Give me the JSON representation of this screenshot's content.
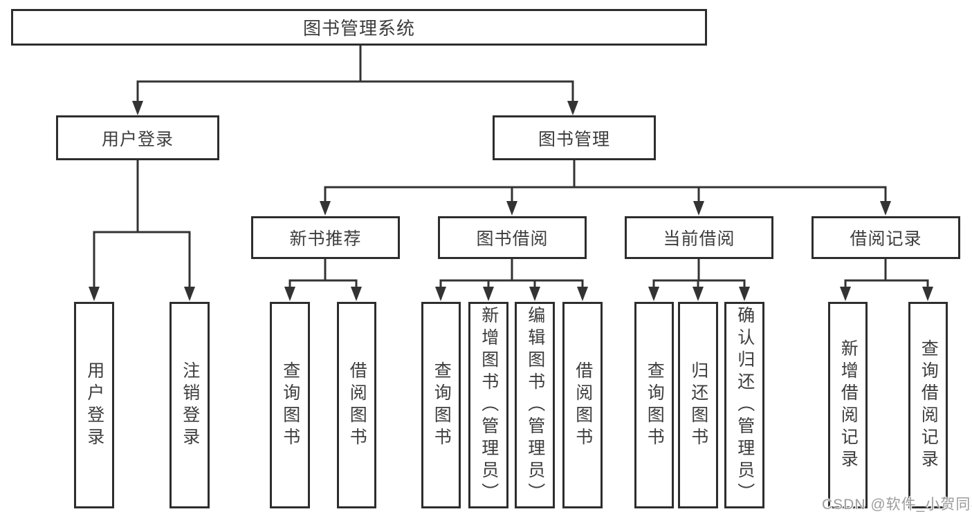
{
  "title": "图书管理系统",
  "tree": {
    "label": "图书管理系统",
    "children": [
      {
        "label": "用户登录",
        "children": [
          {
            "label": "用户登录"
          },
          {
            "label": "注销登录"
          }
        ]
      },
      {
        "label": "图书管理",
        "children": [
          {
            "label": "新书推荐",
            "children": [
              {
                "label": "查询图书"
              },
              {
                "label": "借阅图书"
              }
            ]
          },
          {
            "label": "图书借阅",
            "children": [
              {
                "label": "查询图书"
              },
              {
                "label": "新增图书（管理员）"
              },
              {
                "label": "编辑图书（管理员）"
              },
              {
                "label": "借阅图书"
              }
            ]
          },
          {
            "label": "当前借阅",
            "children": [
              {
                "label": "查询图书"
              },
              {
                "label": "归还图书"
              },
              {
                "label": "确认归还（管理员）"
              }
            ]
          },
          {
            "label": "借阅记录",
            "children": [
              {
                "label": "新增借阅记录"
              },
              {
                "label": "查询借阅记录"
              }
            ]
          }
        ]
      }
    ]
  },
  "watermark": {
    "text": "CSDN @软件_小贺同学"
  },
  "colors": {
    "line": "#333333",
    "box_border": "#2d2d2d",
    "text": "#3c3c3c",
    "background": "#ffffff",
    "watermark": "#9b9b9b"
  }
}
